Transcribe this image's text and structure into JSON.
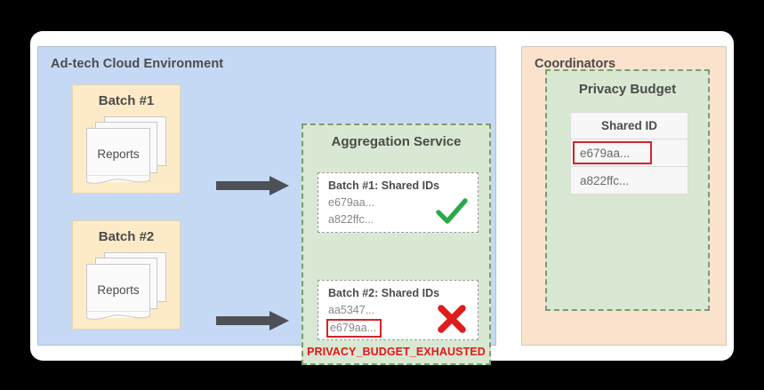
{
  "colors": {
    "adtech_panel_bg": "#c5d9f5",
    "batch_card_bg": "#fdebc8",
    "green_zone_bg": "#d9e8d2",
    "green_dash_border": "#7c9c6e",
    "coordinators_bg": "#fbe2cd",
    "error_red": "#e8151a",
    "highlight_red": "#d3232b",
    "check_green": "#2aa84a",
    "cross_red": "#e01b1b",
    "arrow_gray": "#4d5156",
    "text_gray": "#4b4b4b",
    "muted_gray": "#878787"
  },
  "adtech": {
    "title": "Ad-tech Cloud Environment",
    "batches": [
      {
        "title": "Batch #1",
        "reports_label": "Reports",
        "icon": "documents-stack-icon"
      },
      {
        "title": "Batch #2",
        "reports_label": "Reports",
        "icon": "documents-stack-icon"
      }
    ],
    "arrows": [
      {
        "name": "arrow-batch1-to-aggregation",
        "icon": "arrow-right-icon"
      },
      {
        "name": "arrow-batch2-to-aggregation",
        "icon": "arrow-right-icon"
      }
    ]
  },
  "aggregation_service": {
    "title": "Aggregation Service",
    "cards": [
      {
        "title": "Batch #1: Shared IDs",
        "ids": [
          "e679aa...",
          "a822ffc..."
        ],
        "highlighted_id_index": null,
        "status_icon": "check-mark-icon",
        "status": "accepted"
      },
      {
        "title": "Batch #2: Shared IDs",
        "ids": [
          "aa5347...",
          "e679aa..."
        ],
        "highlighted_id_index": 1,
        "status_icon": "cross-mark-icon",
        "status": "rejected"
      }
    ],
    "error_message": "PRIVACY_BUDGET_EXHAUSTED"
  },
  "coordinators": {
    "title": "Coordinators",
    "privacy_budget": {
      "title": "Privacy Budget",
      "table": {
        "header": "Shared ID",
        "rows": [
          "e679aa...",
          "a822ffc..."
        ],
        "highlighted_row_index": 0
      }
    }
  }
}
